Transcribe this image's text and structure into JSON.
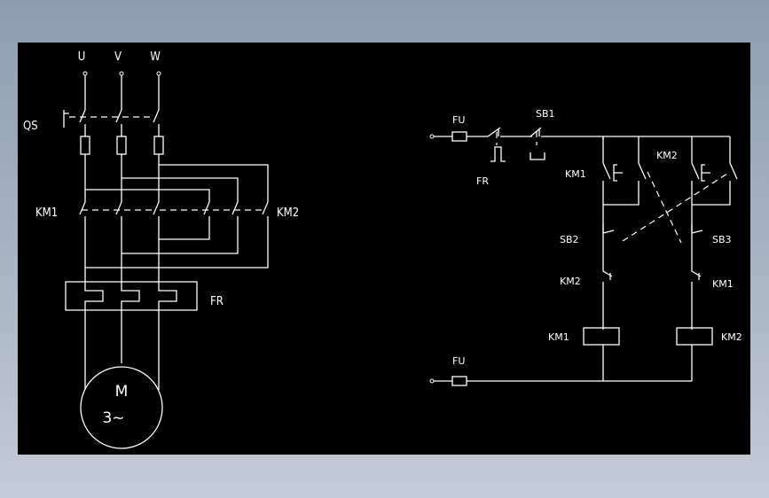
{
  "power_circuit": {
    "phases": [
      "U",
      "V",
      "W"
    ],
    "switch_label": "QS",
    "contactor_1": "KM1",
    "contactor_2": "KM2",
    "overload_label": "FR",
    "motor_label": "M",
    "motor_type": "3~"
  },
  "control_circuit": {
    "fuse_top": "FU",
    "fuse_bottom": "FU",
    "fr_contact": "FR",
    "stop_button": "SB1",
    "forward_button": "SB2",
    "reverse_button": "SB3",
    "hold_km1": "KM1",
    "hold_km2": "KM2",
    "interlock_left": "KM2",
    "interlock_right": "KM1",
    "coil_left": "KM1",
    "coil_right": "KM2"
  },
  "colors": {
    "background": "#000000",
    "wire": "#ffffff",
    "frame": "#8d9db2"
  }
}
